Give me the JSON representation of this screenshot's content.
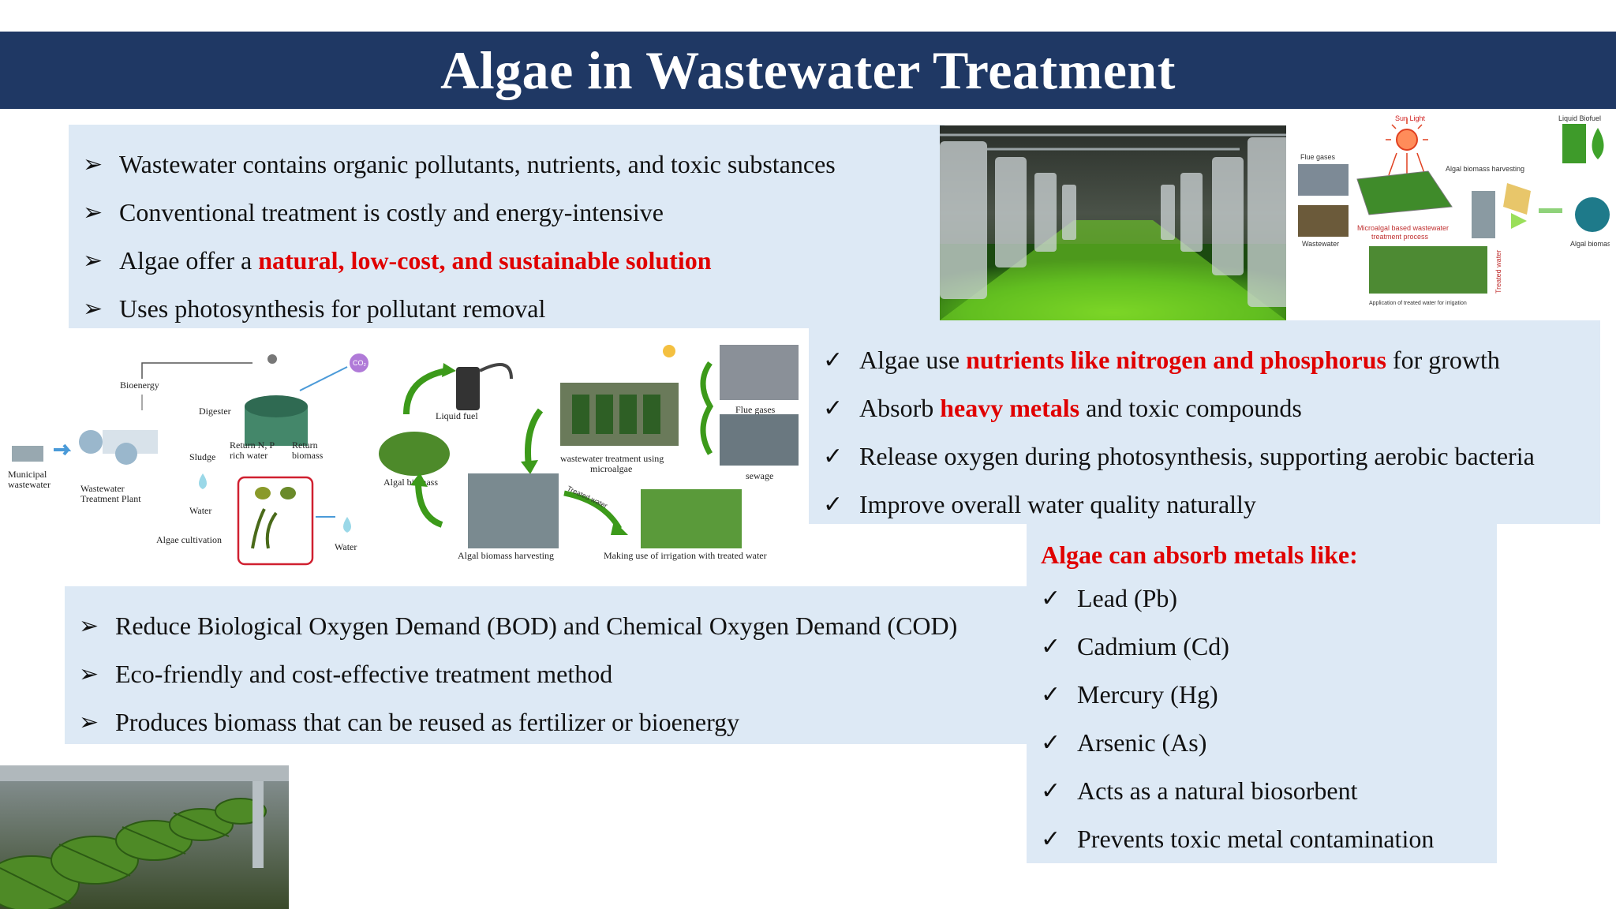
{
  "title": "Algae in Wastewater Treatment",
  "panel_a": {
    "items": [
      {
        "text": "Wastewater contains organic pollutants, nutrients, and toxic substances"
      },
      {
        "text": "Conventional treatment is costly and energy-intensive"
      },
      {
        "pre": "Algae offer a ",
        "highlight": "natural, low-cost, and sustainable solution"
      },
      {
        "text": "Uses photosynthesis for pollutant removal"
      }
    ]
  },
  "panel_b": {
    "items": [
      {
        "pre": "Algae use ",
        "highlight": "nutrients like nitrogen and phosphorus",
        "post": " for growth"
      },
      {
        "pre": "Absorb ",
        "highlight": "heavy metals",
        "post": " and toxic compounds"
      },
      {
        "text": "Release oxygen during photosynthesis, supporting aerobic bacteria"
      },
      {
        "text": "Improve overall water quality naturally"
      }
    ]
  },
  "panel_c": {
    "items": [
      {
        "text": "Reduce Biological Oxygen Demand (BOD) and Chemical Oxygen Demand (COD)"
      },
      {
        "text": "Eco-friendly and cost-effective treatment method"
      },
      {
        "text": "Produces biomass that can be reused as fertilizer or bioenergy"
      }
    ]
  },
  "panel_d": {
    "heading": "Algae can absorb metals like:",
    "items": [
      {
        "text": "Lead (Pb)"
      },
      {
        "text": "Cadmium (Cd)"
      },
      {
        "text": "Mercury (Hg)"
      },
      {
        "text": "Arsenic (As)"
      },
      {
        "text": "Acts as a natural biosorbent"
      },
      {
        "text": "Prevents toxic metal contamination"
      }
    ]
  },
  "marks": {
    "arrow": "➢",
    "check": "✓"
  },
  "diagram_right": {
    "sun": "Sun Light",
    "biofuel": "Liquid Biofuel",
    "flue": "Flue gases",
    "harvest": "Algal biomass harvesting",
    "wastewater": "Wastewater",
    "process1": "Microalgal based wastewater",
    "process2": "treatment process",
    "treated": "Treated water",
    "biomass": "Algal biomass",
    "irrigation": "Application of treated water for irrigation"
  },
  "diagram_mid": {
    "bioenergy": "Bioenergy",
    "co2": "CO₂",
    "digester": "Digester",
    "sludge": "Sludge",
    "return_np_1": "Return N, P",
    "return_np_2": "rich water",
    "return_bio_1": "Return",
    "return_bio_2": "biomass",
    "municipal_1": "Municipal",
    "municipal_2": "wastewater",
    "wwtp_1": "Wastewater",
    "wwtp_2": "Treatment Plant",
    "water1": "Water",
    "water2": "Water",
    "cultivation": "Algae cultivation",
    "liquid_fuel": "Liquid fuel",
    "algal_biomass": "Algal biomass",
    "flue": "Flue gases",
    "sewage": "sewage",
    "treatment_1": "wastewater treatment using",
    "treatment_2": "microalgae",
    "treated_water": "Treated water",
    "harvesting": "Algal biomass harvesting",
    "irrigation": "Making use of irrigation with treated water"
  },
  "colors": {
    "title_bg": "#1f3864",
    "panel_bg": "#dde9f5",
    "highlight": "#e00000",
    "algae_green": "#3c9a1a"
  }
}
